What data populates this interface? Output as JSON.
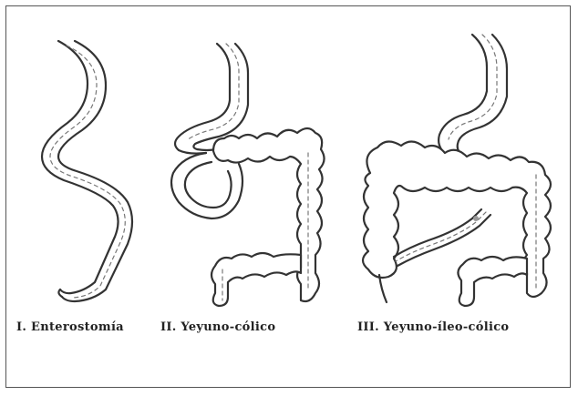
{
  "panels": [
    {
      "id": "I",
      "label": "I. Enterostomía"
    },
    {
      "id": "II",
      "label": "II. Yeyuno-cólico"
    },
    {
      "id": "III",
      "label": "III. Yeyuno-íleo-cólico"
    }
  ]
}
